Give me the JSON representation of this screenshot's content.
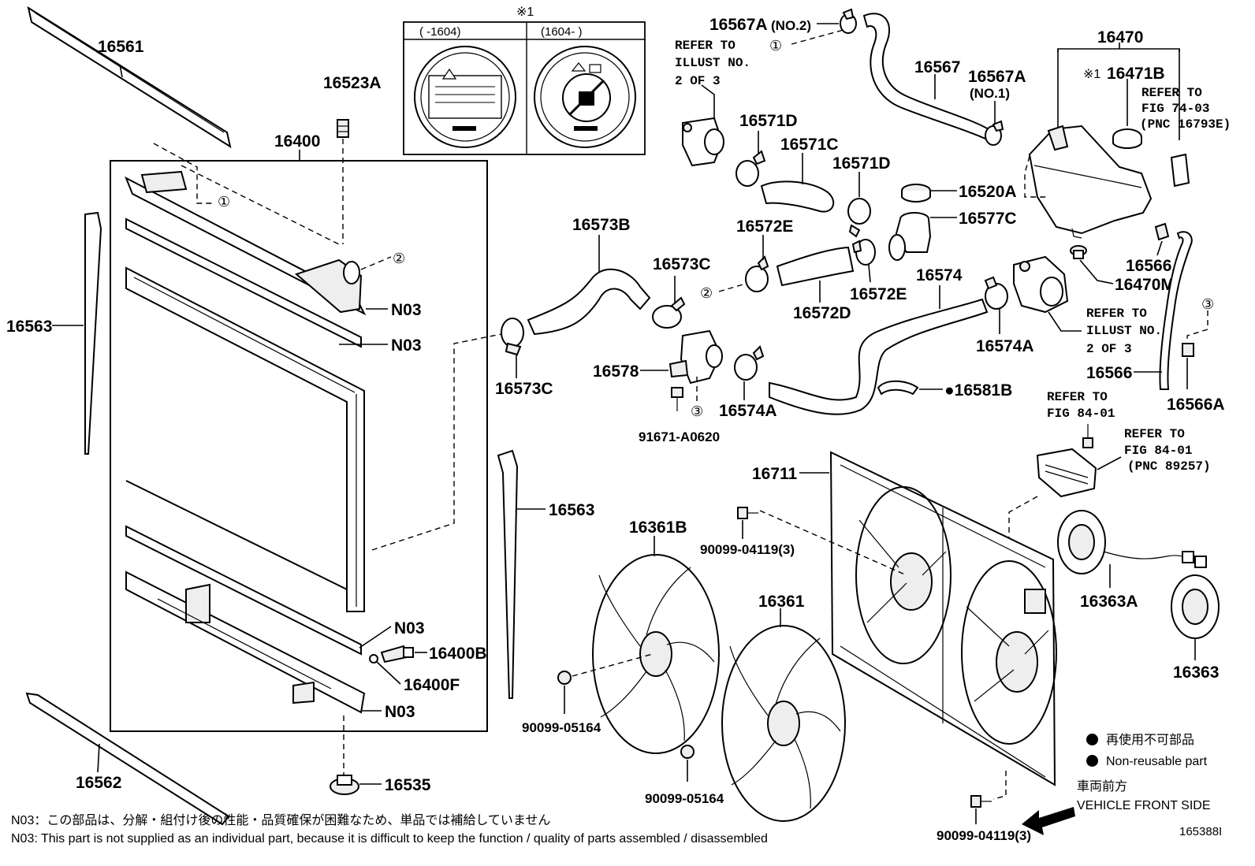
{
  "parts": {
    "p16561": "16561",
    "p16523A": "16523A",
    "p16400": "16400",
    "p16563_left": "16563",
    "p16563_right": "16563",
    "p16562": "16562",
    "p16535": "16535",
    "p16400B": "16400B",
    "p16400F": "16400F",
    "n03_1": "N03",
    "n03_2": "N03",
    "n03_3": "N03",
    "n03_4": "N03",
    "p16567A_no2": "16567A",
    "no2_tag": "(NO.2)",
    "p16567": "16567",
    "p16567A_no1": "16567A",
    "no1_tag": "(NO.1)",
    "p16470": "16470",
    "p16471B": "16471B",
    "asterisk_mark": "※1",
    "p16571D_a": "16571D",
    "p16571C": "16571C",
    "p16571D_b": "16571D",
    "p16520A": "16520A",
    "p16577C": "16577C",
    "p16573B": "16573B",
    "p16573C_a": "16573C",
    "p16572E_a": "16572E",
    "p16572D": "16572D",
    "p16572E_b": "16572E",
    "p16574": "16574",
    "p16574A_a": "16574A",
    "p16574A_b": "16574A",
    "p16566A_a": "16566A",
    "p16470M": "16470M",
    "p16566": "16566",
    "p16566A_b": "16566A",
    "p16573C_b": "16573C",
    "p16578": "16578",
    "p91671": "91671-A0620",
    "p16581B": "●16581B",
    "p16711": "16711",
    "p16361B": "16361B",
    "p90099_04119_a": "90099-04119(3)",
    "p16361": "16361",
    "p16363A": "16363A",
    "p16363": "16363",
    "p90099_05164_a": "90099-05164",
    "p90099_05164_b": "90099-05164",
    "p90099_04119_b": "90099-04119(3)"
  },
  "refs": {
    "illust_a": [
      "REFER TO",
      "ILLUST NO.",
      "2 OF 3"
    ],
    "illust_b": [
      "REFER TO",
      "ILLUST NO.",
      "2 OF 3"
    ],
    "fig74": [
      "REFER TO",
      "FIG 74-03",
      "(PNC 16793E)"
    ],
    "fig84_a": [
      "REFER TO",
      "FIG 84-01"
    ],
    "fig84_b": [
      "REFER TO",
      "FIG 84-01",
      "(PNC 89257)"
    ]
  },
  "cap_variants": {
    "header_mark": "※1",
    "left_range": "(    -1604)",
    "right_range": "(1604-    )"
  },
  "circled": {
    "one": "①",
    "two": "②",
    "three": "③"
  },
  "legend": {
    "jp": "再使用不可部品",
    "en": "Non-reusable part"
  },
  "front_side": {
    "jp": "車両前方",
    "en": "VEHICLE FRONT SIDE"
  },
  "footer": {
    "jp": "N03：この部品は、分解・組付け後の性能・品質確保が困難なため、単品では補給していません",
    "en": "N03: This part is not supplied as an individual part, because it is difficult to keep the function / quality of parts assembled / disassembled"
  },
  "figure_number": "165388I"
}
